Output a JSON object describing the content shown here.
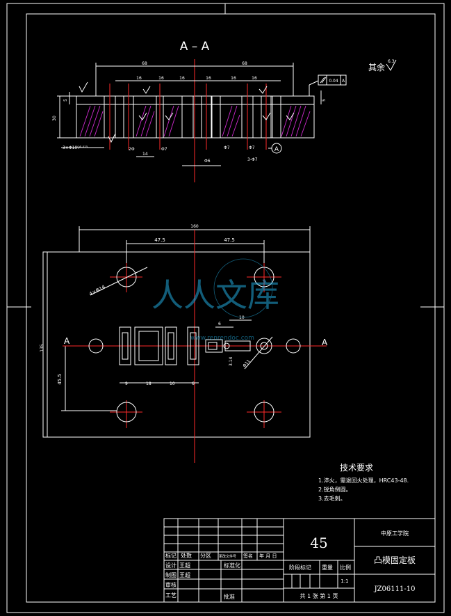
{
  "section_title": "A – A",
  "surface_note": {
    "label": "其余",
    "value": "6.3"
  },
  "section_dims": {
    "top_left": "68",
    "top_right": "68",
    "pitches": [
      "16",
      "16",
      "16",
      "16",
      "16",
      "16"
    ],
    "height": "30",
    "step": "5",
    "right_step": "5",
    "flatness": "0.04",
    "datum": "A",
    "holes": "3×Φ10⁰⁄⁰·⁰¹⁵",
    "b1": "2Φ",
    "b2": "Φ7",
    "b3": "Φ7",
    "b4": "Φ7",
    "b5": "3-Φ7",
    "b_center": "Φ6",
    "b_left": "14"
  },
  "plan_dims": {
    "width": "160",
    "left": "47.5",
    "right": "47.5",
    "height": "135",
    "vert_offset": "45.5",
    "holes": "4×Φ14",
    "slots": [
      "9",
      "18",
      "10",
      "6"
    ],
    "pin_w": "6",
    "pin_l": "10",
    "pin_h": "3.14",
    "pin_d": "Φ11",
    "section_marks": [
      "A",
      "A"
    ]
  },
  "tech": {
    "title": "技术要求",
    "items": [
      "1.淬火，需退回火处理，HRC43-48.",
      "2.锐角倒圆。",
      "3.去毛刺。"
    ]
  },
  "title_block": {
    "material": "45",
    "school": "中原工学院",
    "part_name": "凸模固定板",
    "drawing_no": "JZ06111-10",
    "scale_label": "比例",
    "scale": "1:1",
    "stage_label": "阶段标记",
    "weight_label": "重量",
    "sheet_text": "共 1 张   第 1 页",
    "row1": [
      "标记",
      "处数",
      "分区",
      "更改文件号",
      "签名",
      "年 月 日"
    ],
    "designer_label": "设计",
    "designer": "王超",
    "standard_label": "标准化",
    "drafter_label": "制图",
    "drafter": "王超",
    "check_label": "审核",
    "craft_label": "工艺",
    "approve_label": "批准"
  },
  "watermark": {
    "text": "人人文库",
    "sub": "www.renrendoc.com"
  }
}
